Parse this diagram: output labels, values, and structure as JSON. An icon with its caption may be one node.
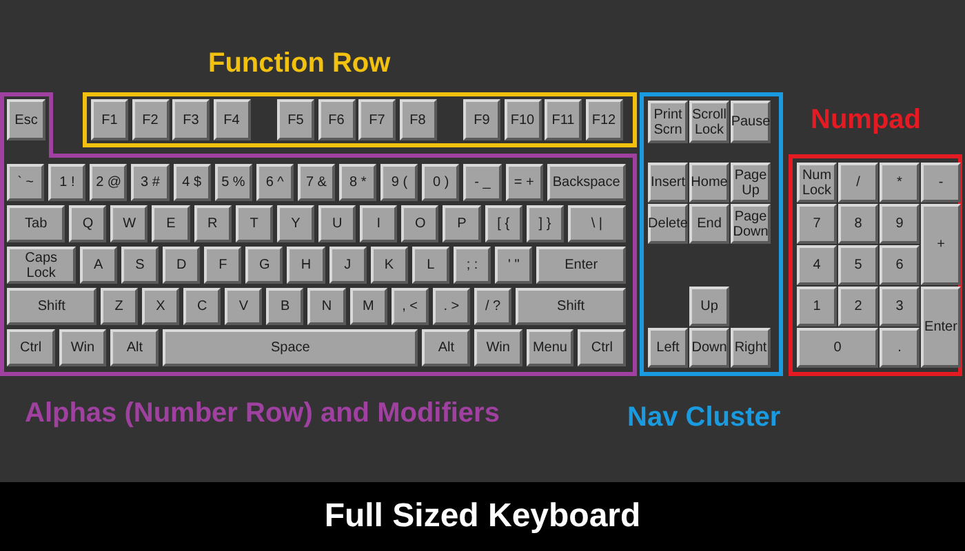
{
  "diagram": {
    "title": "Full Sized Keyboard",
    "nodes": [
      {
        "text": [
          "Function Row"
        ]
      },
      {
        "text": [
          "F1"
        ],
        "in": 0
      },
      {
        "text": [
          "F2"
        ],
        "in": 0
      },
      {
        "text": [
          "F3"
        ],
        "in": 0
      },
      {
        "text": [
          "F4"
        ],
        "in": 0
      },
      {
        "text": [
          "F5"
        ],
        "in": 0
      },
      {
        "text": [
          "F6"
        ],
        "in": 0
      },
      {
        "text": [
          "F7"
        ],
        "in": 0
      },
      {
        "text": [
          "F8"
        ],
        "in": 0
      },
      {
        "text": [
          "F9"
        ],
        "in": 0
      },
      {
        "text": [
          "F10"
        ],
        "in": 0
      },
      {
        "text": [
          "F11"
        ],
        "in": 0
      },
      {
        "text": [
          "F12"
        ],
        "in": 0
      },
      {
        "text": [
          "Alphas (Number Row) and Modifiers"
        ]
      },
      {
        "text": [
          "Esc"
        ],
        "in": 13
      },
      {
        "text": [
          "` ~"
        ],
        "in": 13
      },
      {
        "text": [
          "1 !"
        ],
        "in": 13
      },
      {
        "text": [
          "2 @"
        ],
        "in": 13
      },
      {
        "text": [
          "3 #"
        ],
        "in": 13
      },
      {
        "text": [
          "4 $"
        ],
        "in": 13
      },
      {
        "text": [
          "5 %"
        ],
        "in": 13
      },
      {
        "text": [
          "6 ^"
        ],
        "in": 13
      },
      {
        "text": [
          "7 &"
        ],
        "in": 13
      },
      {
        "text": [
          "8 *"
        ],
        "in": 13
      },
      {
        "text": [
          "9 ("
        ],
        "in": 13
      },
      {
        "text": [
          "0 )"
        ],
        "in": 13
      },
      {
        "text": [
          "- _"
        ],
        "in": 13
      },
      {
        "text": [
          "= +"
        ],
        "in": 13
      },
      {
        "text": [
          "Backspace"
        ],
        "in": 13
      },
      {
        "text": [
          "Tab"
        ],
        "in": 13
      },
      {
        "text": [
          "Q"
        ],
        "in": 13
      },
      {
        "text": [
          "W"
        ],
        "in": 13
      },
      {
        "text": [
          "E"
        ],
        "in": 13
      },
      {
        "text": [
          "R"
        ],
        "in": 13
      },
      {
        "text": [
          "T"
        ],
        "in": 13
      },
      {
        "text": [
          "Y"
        ],
        "in": 13
      },
      {
        "text": [
          "U"
        ],
        "in": 13
      },
      {
        "text": [
          "I"
        ],
        "in": 13
      },
      {
        "text": [
          "O"
        ],
        "in": 13
      },
      {
        "text": [
          "P"
        ],
        "in": 13
      },
      {
        "text": [
          "[ {"
        ],
        "in": 13
      },
      {
        "text": [
          "] }"
        ],
        "in": 13
      },
      {
        "text": [
          "\\ |"
        ],
        "in": 13
      },
      {
        "text": [
          "Caps Lock"
        ],
        "in": 13
      },
      {
        "text": [
          "A"
        ],
        "in": 13
      },
      {
        "text": [
          "S"
        ],
        "in": 13
      },
      {
        "text": [
          "D"
        ],
        "in": 13
      },
      {
        "text": [
          "F"
        ],
        "in": 13
      },
      {
        "text": [
          "G"
        ],
        "in": 13
      },
      {
        "text": [
          "H"
        ],
        "in": 13
      },
      {
        "text": [
          "J"
        ],
        "in": 13
      },
      {
        "text": [
          "K"
        ],
        "in": 13
      },
      {
        "text": [
          "L"
        ],
        "in": 13
      },
      {
        "text": [
          "; :"
        ],
        "in": 13
      },
      {
        "text": [
          "' \""
        ],
        "in": 13
      },
      {
        "text": [
          "Enter"
        ],
        "in": 13
      },
      {
        "text": [
          "Shift"
        ],
        "in": 13
      },
      {
        "text": [
          "Z"
        ],
        "in": 13
      },
      {
        "text": [
          "X"
        ],
        "in": 13
      },
      {
        "text": [
          "C"
        ],
        "in": 13
      },
      {
        "text": [
          "V"
        ],
        "in": 13
      },
      {
        "text": [
          "B"
        ],
        "in": 13
      },
      {
        "text": [
          "N"
        ],
        "in": 13
      },
      {
        "text": [
          "M"
        ],
        "in": 13
      },
      {
        "text": [
          ", <"
        ],
        "in": 13
      },
      {
        "text": [
          ". >"
        ],
        "in": 13
      },
      {
        "text": [
          "/ ?"
        ],
        "in": 13
      },
      {
        "text": [
          "Shift"
        ],
        "in": 13
      },
      {
        "text": [
          "Ctrl"
        ],
        "in": 13
      },
      {
        "text": [
          "Win"
        ],
        "in": 13
      },
      {
        "text": [
          "Alt"
        ],
        "in": 13
      },
      {
        "text": [
          "Space"
        ],
        "in": 13
      },
      {
        "text": [
          "Alt"
        ],
        "in": 13
      },
      {
        "text": [
          "Win"
        ],
        "in": 13
      },
      {
        "text": [
          "Menu"
        ],
        "in": 13
      },
      {
        "text": [
          "Ctrl"
        ],
        "in": 13
      },
      {
        "text": [
          "Nav Cluster"
        ]
      },
      {
        "text": [
          "Print Scrn"
        ],
        "in": 76
      },
      {
        "text": [
          "Scroll Lock"
        ],
        "in": 76
      },
      {
        "text": [
          "Pause"
        ],
        "in": 76
      },
      {
        "text": [
          "Insert"
        ],
        "in": 76
      },
      {
        "text": [
          "Home"
        ],
        "in": 76
      },
      {
        "text": [
          "Page Up"
        ],
        "in": 76
      },
      {
        "text": [
          "Delete"
        ],
        "in": 76
      },
      {
        "text": [
          "End"
        ],
        "in": 76
      },
      {
        "text": [
          "Page Down"
        ],
        "in": 76
      },
      {
        "text": [
          "Up"
        ],
        "in": 76
      },
      {
        "text": [
          "Left"
        ],
        "in": 76
      },
      {
        "text": [
          "Down"
        ],
        "in": 76
      },
      {
        "text": [
          "Right"
        ],
        "in": 76
      },
      {
        "text": [
          "Numpad"
        ]
      },
      {
        "text": [
          "Num Lock"
        ],
        "in": 90
      },
      {
        "text": [
          "/"
        ],
        "in": 90
      },
      {
        "text": [
          "*"
        ],
        "in": 90
      },
      {
        "text": [
          "-"
        ],
        "in": 90
      },
      {
        "text": [
          "7"
        ],
        "in": 90
      },
      {
        "text": [
          "8"
        ],
        "in": 90
      },
      {
        "text": [
          "9"
        ],
        "in": 90
      },
      {
        "text": [
          "+"
        ],
        "in": 90
      },
      {
        "text": [
          "4"
        ],
        "in": 90
      },
      {
        "text": [
          "5"
        ],
        "in": 90
      },
      {
        "text": [
          "6"
        ],
        "in": 90
      },
      {
        "text": [
          "1"
        ],
        "in": 90
      },
      {
        "text": [
          "2"
        ],
        "in": 90
      },
      {
        "text": [
          "3"
        ],
        "in": 90
      },
      {
        "text": [
          "Enter"
        ],
        "in": 90
      },
      {
        "text": [
          "0"
        ],
        "in": 90
      },
      {
        "text": [
          "."
        ],
        "in": 90
      }
    ]
  }
}
